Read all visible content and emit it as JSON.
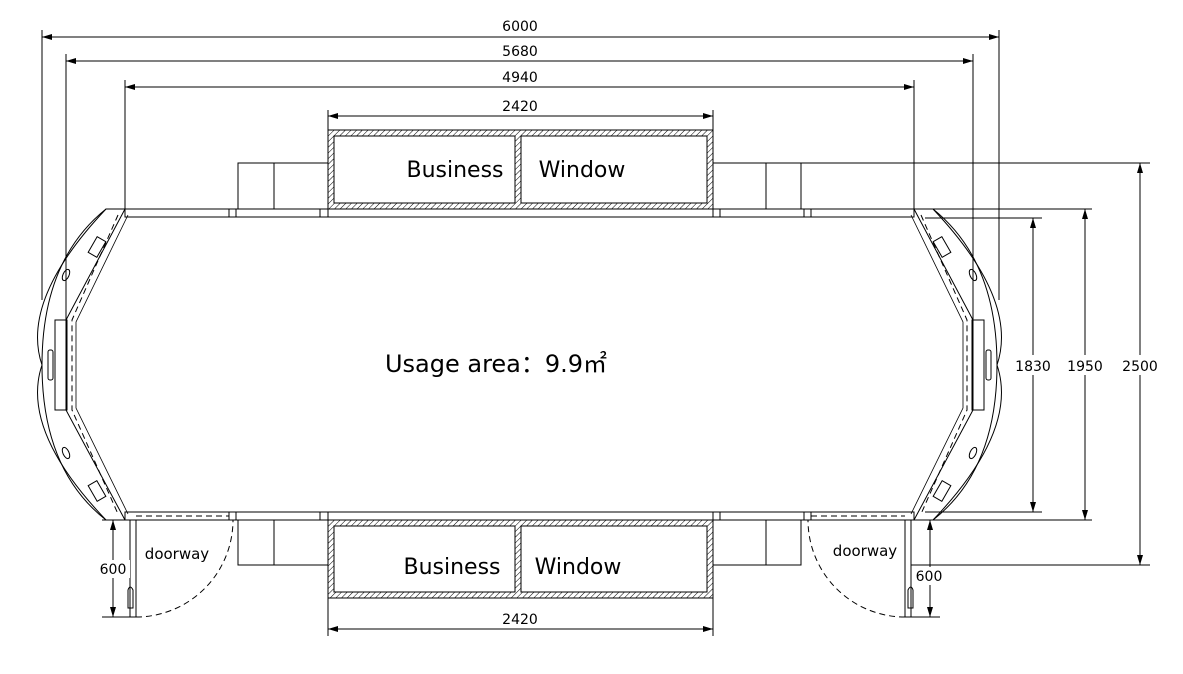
{
  "dimensions": {
    "overall_length": "6000",
    "outer_length": "5680",
    "inner_length": "4940",
    "window_top_width": "2420",
    "window_bottom_width": "2420",
    "inner_depth": "1830",
    "wall_depth": "1950",
    "overall_depth": "2500",
    "door_left_width": "600",
    "door_right_width": "600"
  },
  "labels": {
    "top_window_left": "Business",
    "top_window_right": "Window",
    "bottom_window_left": "Business",
    "bottom_window_right": "Window",
    "usage_area": "Usage area：9.9㎡",
    "doorway_left": "doorway",
    "doorway_right": "doorway"
  }
}
